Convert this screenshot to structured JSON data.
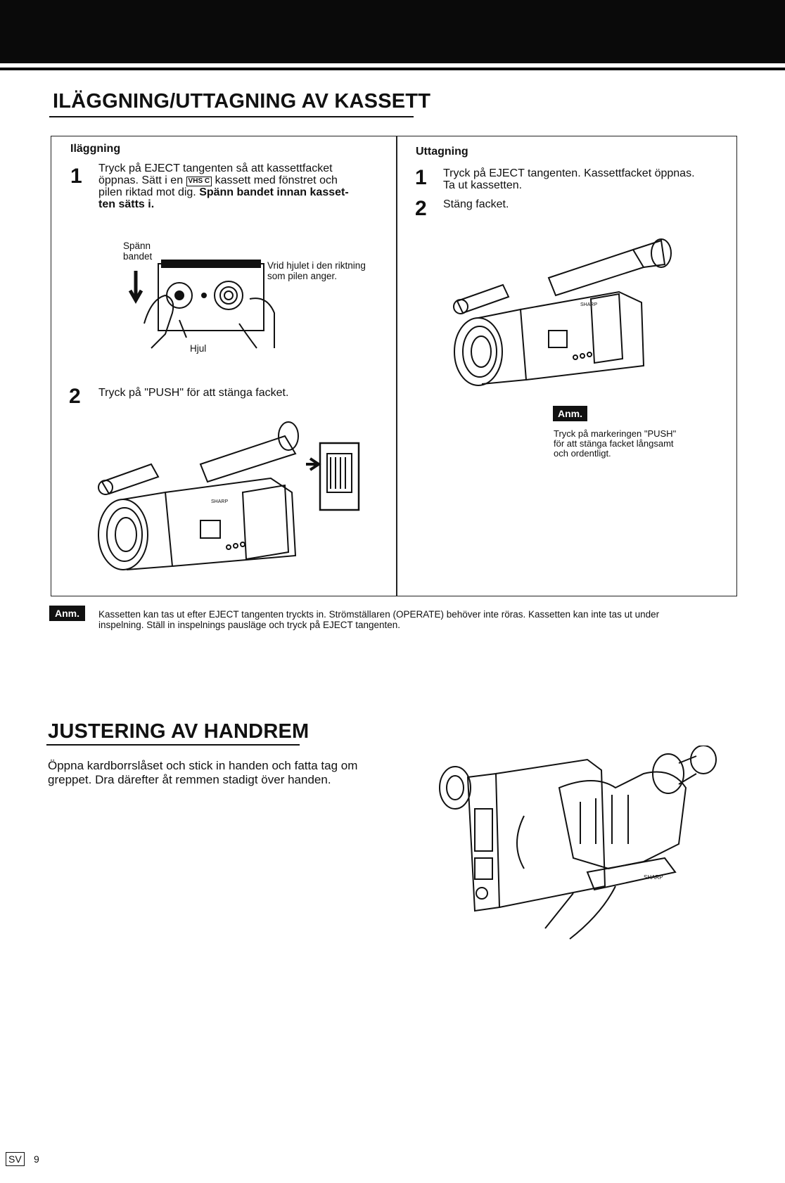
{
  "section1": {
    "title": "ILÄGGNING/UTTAGNING AV KASSETT",
    "left": {
      "heading": "Iläggning",
      "step1_num": "1",
      "step1_line1": "Tryck på EJECT tangenten så att kassettfacket",
      "step1_line2a": "öppnas. Sätt i en",
      "step1_vhs": "VHS C",
      "step1_line2b": "kassett med fönstret och",
      "step1_line3": "pilen riktad mot dig.",
      "step1_bold1": "Spänn bandet innan kasset-",
      "step1_bold2": "ten sätts i.",
      "label_span1": "Spänn",
      "label_span2": "bandet",
      "label_wheel1": "Vrid hjulet i den riktning",
      "label_wheel2": "som pilen anger.",
      "label_hjul": "Hjul",
      "step2_num": "2",
      "step2_text": "Tryck på \"PUSH\" för att stänga facket."
    },
    "right": {
      "heading": "Uttagning",
      "step1_num": "1",
      "step1_line1": "Tryck på EJECT tangenten. Kassettfacket öppnas.",
      "step1_line2": "Ta ut kassetten.",
      "step2_num": "2",
      "step2_text": "Stäng facket.",
      "anm_label": "Anm.",
      "note_line1": "Tryck på markeringen \"PUSH\"",
      "note_line2": "för att stänga facket långsamt",
      "note_line3": "och ordentligt."
    },
    "note": {
      "label": "Anm.",
      "line1": "Kassetten kan tas ut efter EJECT tangenten tryckts in. Strömställaren (OPERATE) behöver inte röras. Kassetten kan inte tas ut under",
      "line2": "inspelning. Ställ in inspelnings pausläge och tryck på EJECT tangenten."
    }
  },
  "section2": {
    "title": "JUSTERING AV HANDREM",
    "line1": "Öppna kardborrslåset och stick in handen och fatta tag om",
    "line2": "greppet. Dra därefter åt remmen stadigt över handen."
  },
  "brand": "SHARP",
  "footer": {
    "lang": "SV",
    "page": "9"
  }
}
